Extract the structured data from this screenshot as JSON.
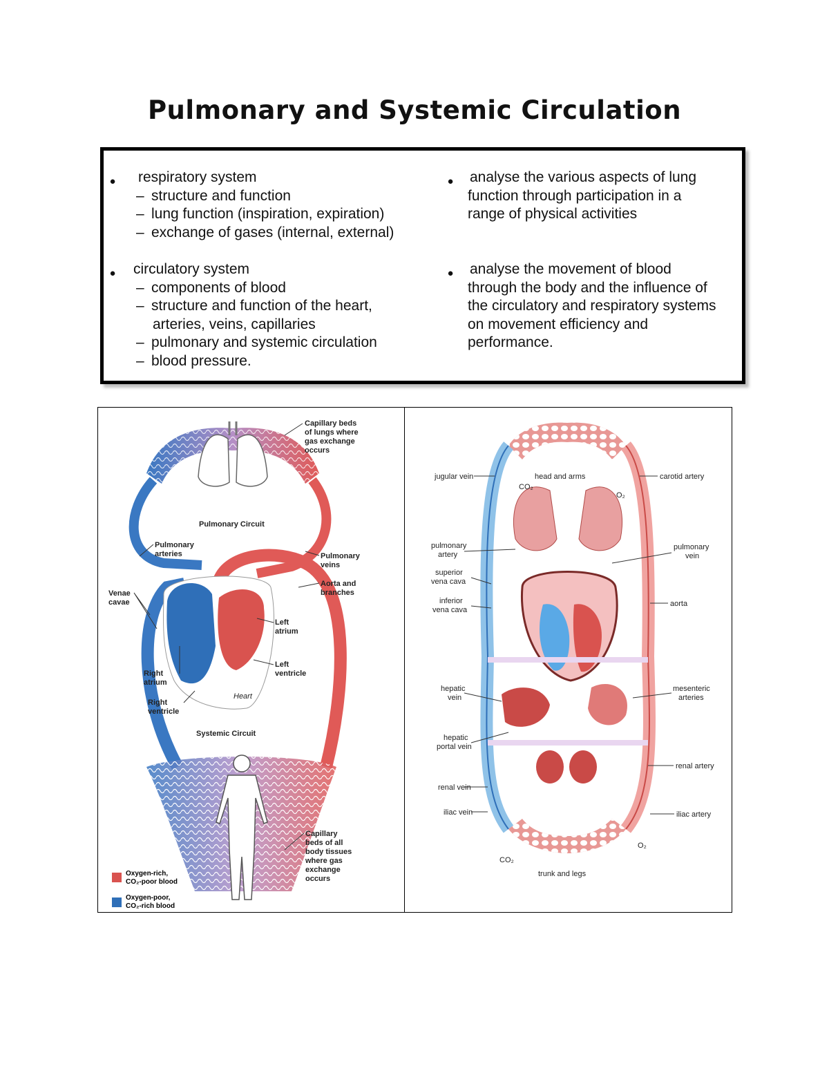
{
  "title": "Pulmonary and Systemic Circulation",
  "syllabus": {
    "left_top": {
      "heading": "respiratory system",
      "items": [
        "structure and function",
        "lung function (inspiration, expiration)",
        "exchange of gases (internal, external)"
      ]
    },
    "left_bottom": {
      "heading": "circulatory system",
      "items": [
        "components of blood",
        "structure and function of the heart,",
        "arteries, veins, capillaries",
        "pulmonary and systemic circulation",
        "blood pressure."
      ]
    },
    "right_top": [
      "analyse the various aspects of lung",
      "function through participation in a",
      "range of physical activities"
    ],
    "right_bottom": [
      "analyse the movement of blood",
      "through the body and the influence of",
      "the circulatory and respiratory systems",
      "on movement efficiency and",
      "performance."
    ]
  },
  "figure_left": {
    "labels": {
      "capillary_lungs": [
        "Capillary beds",
        "of lungs where",
        "gas exchange",
        "occurs"
      ],
      "pulmonary_circuit": "Pulmonary Circuit",
      "pulmonary_arteries": [
        "Pulmonary",
        "arteries"
      ],
      "pulmonary_veins": [
        "Pulmonary",
        "veins"
      ],
      "aorta": [
        "Aorta and",
        "branches"
      ],
      "venae_cavae": [
        "Venae",
        "cavae"
      ],
      "left_atrium": [
        "Left",
        "atrium"
      ],
      "left_ventricle": [
        "Left",
        "ventricle"
      ],
      "right_atrium": [
        "Right",
        "atrium"
      ],
      "right_ventricle": [
        "Right",
        "ventricle"
      ],
      "heart": "Heart",
      "systemic_circuit": "Systemic Circuit",
      "capillary_body": [
        "Capillary",
        "beds of all",
        "body tissues",
        "where gas",
        "exchange",
        "occurs"
      ]
    },
    "legend": [
      {
        "lines": [
          "Oxygen-rich,",
          "CO₂-poor blood"
        ],
        "color": "#d9534f"
      },
      {
        "lines": [
          "Oxygen-poor,",
          "CO₂-rich blood"
        ],
        "color": "#2f6fb8"
      }
    ]
  },
  "figure_right": {
    "labels": {
      "jugular": "jugular vein",
      "head_arms": "head and arms",
      "carotid": "carotid artery",
      "co2_top": "CO₂",
      "o2_top": "O₂",
      "pulmonary_artery": [
        "pulmonary",
        "artery"
      ],
      "pulmonary_vein": [
        "pulmonary",
        "vein"
      ],
      "sup_vena": [
        "superior",
        "vena cava"
      ],
      "inf_vena": [
        "inferior",
        "vena cava"
      ],
      "aorta": "aorta",
      "hepatic_vein": [
        "hepatic",
        "vein"
      ],
      "mesenteric": [
        "mesenteric",
        "arteries"
      ],
      "hepatic_portal": [
        "hepatic",
        "portal vein"
      ],
      "renal_artery": "renal artery",
      "renal_vein": "renal vein",
      "iliac_vein": "iliac vein",
      "iliac_artery": "iliac artery",
      "o2_bottom": "O₂",
      "co2_bottom": "CO₂",
      "trunk_legs": "trunk and legs"
    }
  },
  "colors": {
    "oxygen_rich": "#d9534f",
    "oxygen_poor": "#2f6fb8"
  }
}
